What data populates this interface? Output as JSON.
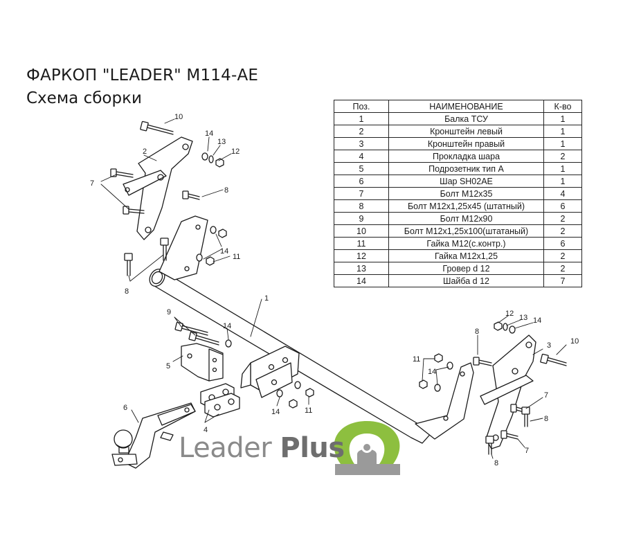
{
  "header": {
    "title": "ФАРКОП \"LEADER\" М114-АЕ",
    "subtitle": "Схема сборки"
  },
  "parts_table": {
    "headers": [
      "Поз.",
      "НАИМЕНОВАНИЕ",
      "К-во"
    ],
    "rows": [
      [
        "1",
        "Балка ТСУ",
        "1"
      ],
      [
        "2",
        "Кронштейн левый",
        "1"
      ],
      [
        "3",
        "Кронштейн правый",
        "1"
      ],
      [
        "4",
        "Прокладка шара",
        "2"
      ],
      [
        "5",
        "Подрозетник тип А",
        "1"
      ],
      [
        "6",
        "Шар SH02AE",
        "1"
      ],
      [
        "7",
        "Болт М12х35",
        "4"
      ],
      [
        "8",
        "Болт М12х1,25х45 (штатный)",
        "6"
      ],
      [
        "9",
        "Болт М12х90",
        "2"
      ],
      [
        "10",
        "Болт М12х1,25х100(штатаный)",
        "2"
      ],
      [
        "11",
        "Гайка М12(с.контр.)",
        "6"
      ],
      [
        "12",
        "Гайка М12х1,25",
        "2"
      ],
      [
        "13",
        "Гровер d 12",
        "2"
      ],
      [
        "14",
        "Шайба d 12",
        "7"
      ]
    ]
  },
  "callouts": {
    "c10a": "10",
    "c14a": "14",
    "c13a": "13",
    "c12a": "12",
    "c2": "2",
    "c7a": "7",
    "c8a": "8",
    "c14b": "14",
    "c11a": "11",
    "c8b": "8",
    "c1": "1",
    "c9": "9",
    "c14c": "14",
    "c5": "5",
    "c6": "6",
    "c4": "4",
    "c14d": "14",
    "c11b": "11",
    "c11c": "11",
    "c14e": "14",
    "c8c": "8",
    "c12b": "12",
    "c13b": "13",
    "c14f": "14",
    "c3": "3",
    "c10b": "10",
    "c7b": "7",
    "c8d": "8",
    "c7c": "7",
    "c8e": "8"
  },
  "brand": {
    "name_regular": "Leader",
    "name_bold": "Plus",
    "logo_colors": {
      "green": "#8dbf3f",
      "gray": "#9a9a9a"
    }
  }
}
